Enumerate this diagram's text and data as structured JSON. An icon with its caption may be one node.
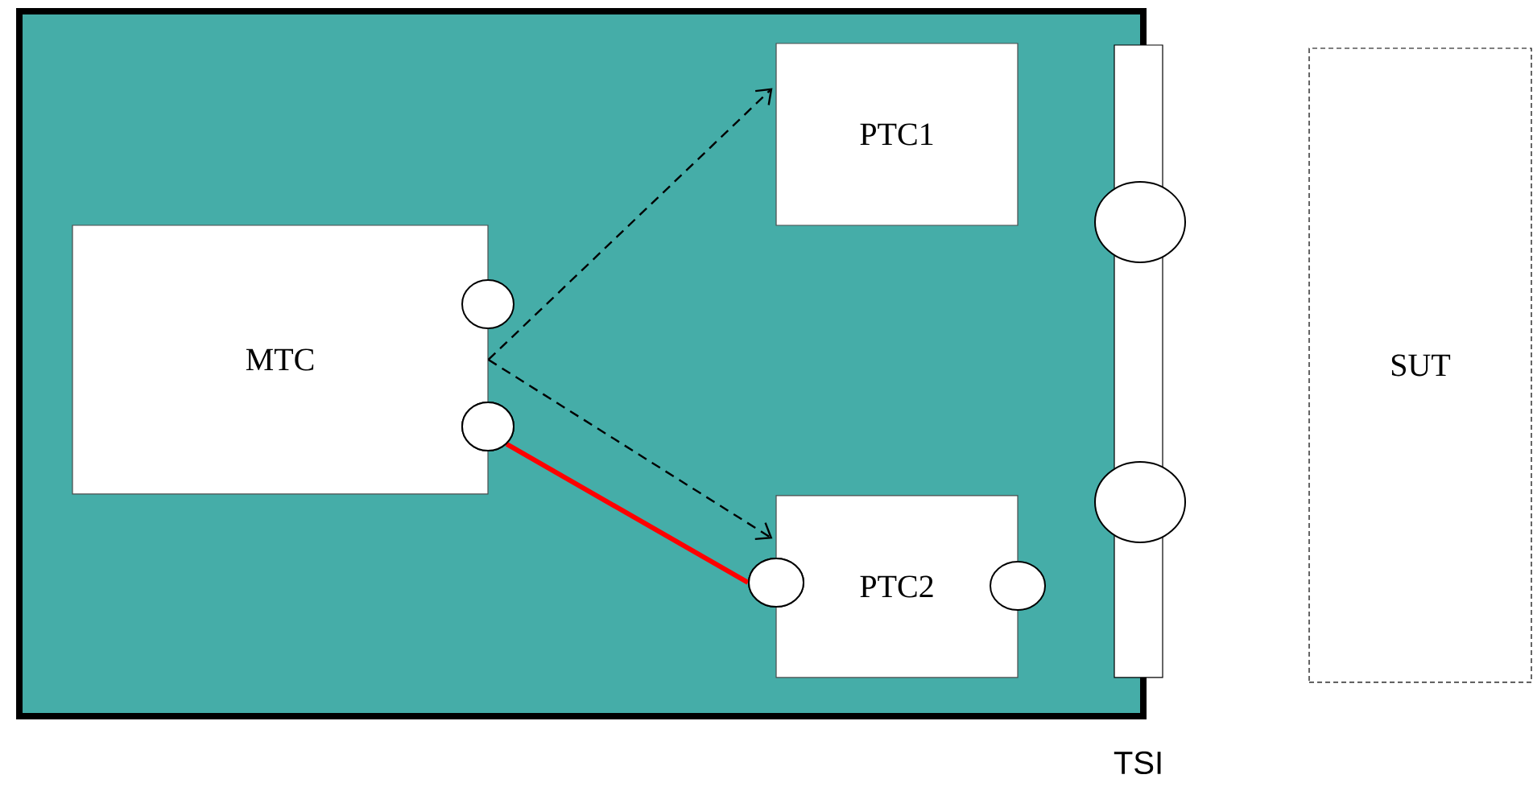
{
  "diagram": {
    "nodes": [
      {
        "text": [],
        "shape": "box"
      },
      {
        "text": [
          "MTC"
        ],
        "in": 0
      },
      {
        "text": [
          "PTC1"
        ],
        "in": 0
      },
      {
        "text": [
          "PTC2"
        ],
        "in": 0
      },
      {
        "text": [
          "TSI"
        ]
      },
      {
        "text": [
          "SUT"
        ]
      },
      {
        "text": [],
        "shape": "circle",
        "in": 0
      },
      {
        "text": [],
        "shape": "circle",
        "in": 0
      },
      {
        "text": [],
        "shape": "circle",
        "in": 0
      },
      {
        "text": [],
        "shape": "circle",
        "in": 0
      },
      {
        "text": [],
        "shape": "circle"
      },
      {
        "text": [],
        "shape": "circle"
      }
    ],
    "edges": [
      {
        "from": 1,
        "to": 2,
        "arrow": "to",
        "style": "dashed"
      },
      {
        "from": 1,
        "to": 3,
        "arrow": "to",
        "style": "dashed"
      },
      {
        "from": 7,
        "to": 8,
        "arrow": "none",
        "style": "thick",
        "color": "#ff0000"
      }
    ]
  }
}
